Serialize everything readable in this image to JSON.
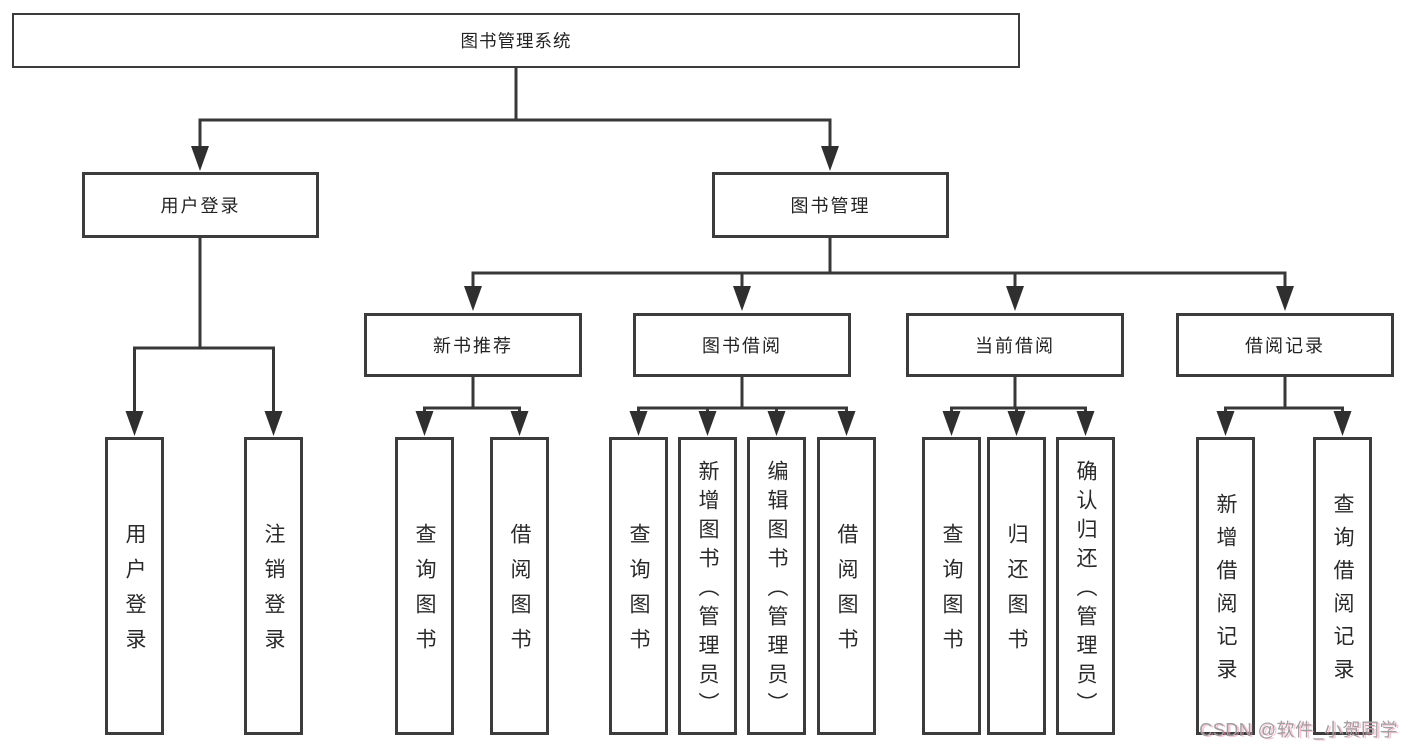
{
  "diagram": {
    "root": {
      "label": "图书管理系统"
    },
    "level1": [
      {
        "label": "用户登录"
      },
      {
        "label": "图书管理"
      }
    ],
    "level2": [
      {
        "label": "新书推荐",
        "parent": "图书管理"
      },
      {
        "label": "图书借阅",
        "parent": "图书管理"
      },
      {
        "label": "当前借阅",
        "parent": "图书管理"
      },
      {
        "label": "借阅记录",
        "parent": "图书管理"
      }
    ],
    "leaves": [
      {
        "label": "用户登录",
        "parent": "用户登录"
      },
      {
        "label": "注销登录",
        "parent": "用户登录"
      },
      {
        "label": "查询图书",
        "parent": "新书推荐"
      },
      {
        "label": "借阅图书",
        "parent": "新书推荐"
      },
      {
        "label": "查询图书",
        "parent": "图书借阅"
      },
      {
        "label": "新增图书（管理员）",
        "parent": "图书借阅"
      },
      {
        "label": "编辑图书（管理员）",
        "parent": "图书借阅"
      },
      {
        "label": "借阅图书",
        "parent": "图书借阅"
      },
      {
        "label": "查询图书",
        "parent": "当前借阅"
      },
      {
        "label": "归还图书",
        "parent": "当前借阅"
      },
      {
        "label": "确认归还（管理员）",
        "parent": "当前借阅"
      },
      {
        "label": "新增借阅记录",
        "parent": "借阅记录"
      },
      {
        "label": "查询借阅记录",
        "parent": "借阅记录"
      }
    ]
  },
  "watermark": {
    "text": "CSDN @软件_小贺同学"
  },
  "colors": {
    "line": "#383838",
    "arrow": "#2f2f2f",
    "box_border": "#3c3c3c",
    "text": "#232323",
    "background": "#ffffff",
    "watermark": "#a0a0a2",
    "watermark_shadow": "#f096af"
  }
}
